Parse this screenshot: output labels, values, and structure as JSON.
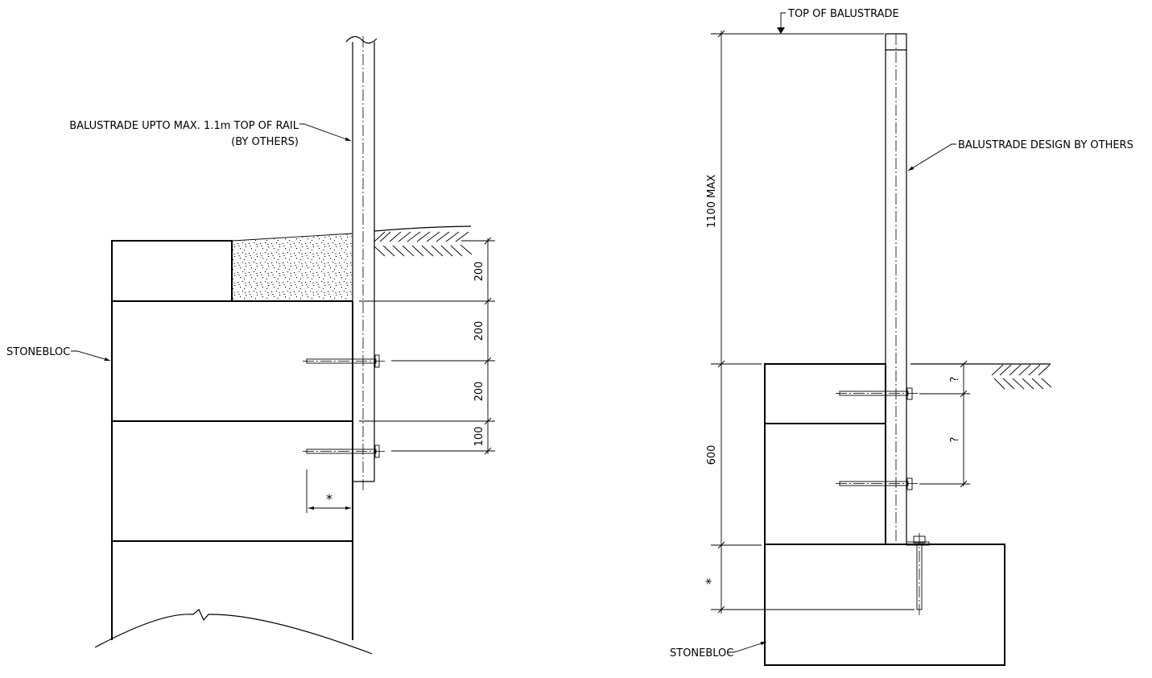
{
  "left_detail": {
    "balustrade_note_line1": "BALUSTRADE UPTO MAX. 1.1m TOP OF RAIL",
    "balustrade_note_line2": "(BY OTHERS)",
    "block_label": "STONEBLOC",
    "dims": [
      "200",
      "200",
      "200",
      "100"
    ],
    "edge_dim": "*"
  },
  "right_detail": {
    "top_label": "TOP OF BALUSTRADE",
    "design_note": "BALUSTRADE DESIGN BY OTHERS",
    "height_dim": "1100 MAX",
    "lower_dim": "600",
    "embed_dim": "*",
    "bolt_dims": [
      "?",
      "?"
    ],
    "block_label": "STONEBLOC"
  }
}
